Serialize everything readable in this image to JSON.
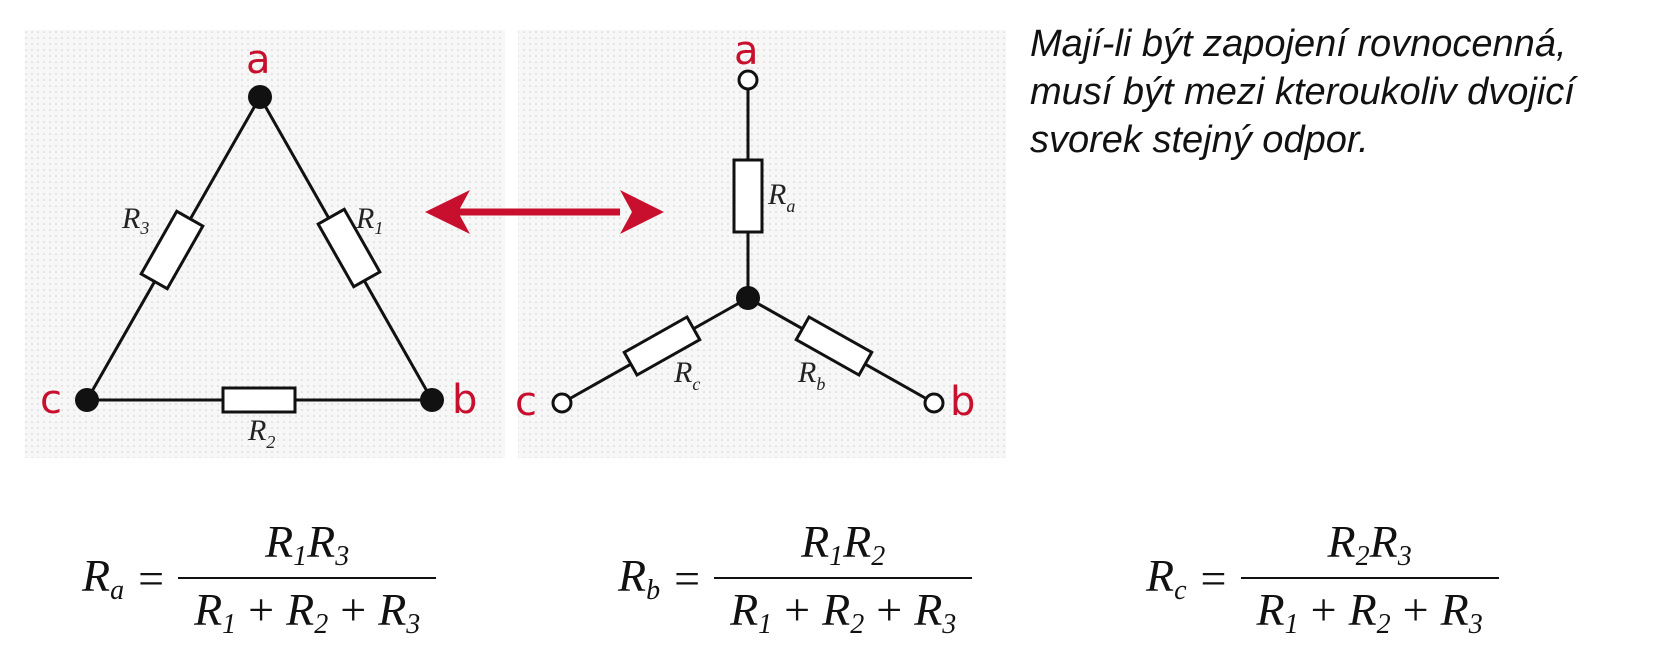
{
  "caption": {
    "lines": [
      "Mají-li být zapojení rovnocenná,",
      "musí být mezi kteroukoliv dvojicí",
      "svorek stejný odpor."
    ]
  },
  "delta": {
    "nodes": {
      "a": "a",
      "b": "b",
      "c": "c"
    },
    "resistors": {
      "r1": {
        "base": "R",
        "sub": "1"
      },
      "r2": {
        "base": "R",
        "sub": "2"
      },
      "r3": {
        "base": "R",
        "sub": "3"
      }
    }
  },
  "star": {
    "nodes": {
      "a": "a",
      "b": "b",
      "c": "c"
    },
    "resistors": {
      "ra": {
        "base": "R",
        "sub": "a"
      },
      "rb": {
        "base": "R",
        "sub": "b"
      },
      "rc": {
        "base": "R",
        "sub": "c"
      }
    }
  },
  "colors": {
    "node_label": "#c8102e",
    "arrow": "#c8102e",
    "panel_bg": "#f4f4f4"
  },
  "formulas": {
    "ra": {
      "lhs": {
        "base": "R",
        "sub": "a"
      },
      "eq": "=",
      "num": [
        {
          "base": "R",
          "sub": "1"
        },
        {
          "base": "R",
          "sub": "3"
        }
      ],
      "den": [
        {
          "base": "R",
          "sub": "1"
        },
        "+",
        {
          "base": "R",
          "sub": "2"
        },
        "+",
        {
          "base": "R",
          "sub": "3"
        }
      ]
    },
    "rb": {
      "lhs": {
        "base": "R",
        "sub": "b"
      },
      "eq": "=",
      "num": [
        {
          "base": "R",
          "sub": "1"
        },
        {
          "base": "R",
          "sub": "2"
        }
      ],
      "den": [
        {
          "base": "R",
          "sub": "1"
        },
        "+",
        {
          "base": "R",
          "sub": "2"
        },
        "+",
        {
          "base": "R",
          "sub": "3"
        }
      ]
    },
    "rc": {
      "lhs": {
        "base": "R",
        "sub": "c"
      },
      "eq": "=",
      "num": [
        {
          "base": "R",
          "sub": "2"
        },
        {
          "base": "R",
          "sub": "3"
        }
      ],
      "den": [
        {
          "base": "R",
          "sub": "1"
        },
        "+",
        {
          "base": "R",
          "sub": "2"
        },
        "+",
        {
          "base": "R",
          "sub": "3"
        }
      ]
    }
  }
}
